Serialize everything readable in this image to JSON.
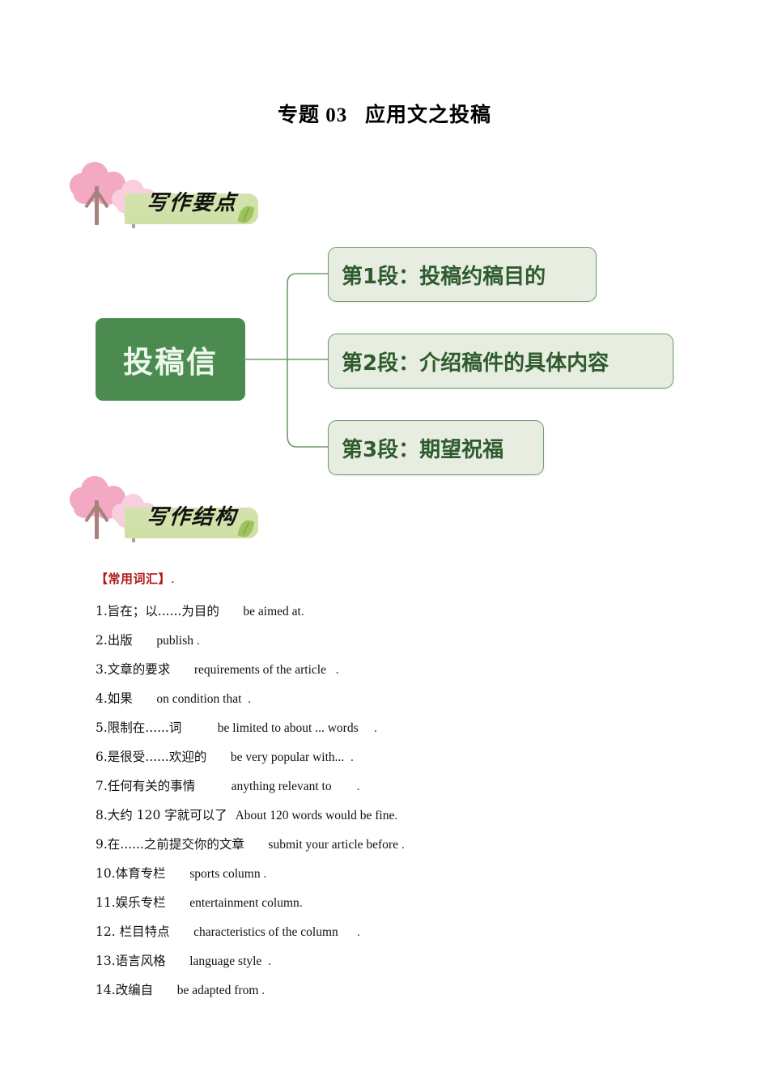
{
  "document": {
    "title": "专题 03   应用文之投稿"
  },
  "sections": [
    {
      "badge_label": "写作要点",
      "icons": [
        "cherry-tree-large",
        "cherry-tree-small",
        "leaf"
      ]
    },
    {
      "badge_label": "写作结构",
      "icons": [
        "cherry-tree-large",
        "cherry-tree-small",
        "leaf"
      ]
    }
  ],
  "mindmap": {
    "root": "投稿信",
    "nodes": [
      "第1段：投稿约稿目的",
      "第2段：介绍稿件的具体内容",
      "第3段：期望祝福"
    ],
    "colors": {
      "root_fill": "#4b8b50",
      "root_text": "#eef7ec",
      "node_fill": "#e7eee1",
      "node_border": "#6d9a6b",
      "node_text": "#2f5b2e",
      "connector": "#6d9a6b"
    }
  },
  "vocabulary": {
    "heading": "【常用词汇】",
    "heading_color": "#b01818",
    "trailing_mark": ".",
    "items": [
      {
        "num": "1.",
        "cn": "旨在；以......为目的",
        "gap": "      ",
        "en": "be aimed at",
        "mark": "."
      },
      {
        "num": "2.",
        "cn": "出版",
        "gap": "      ",
        "en": "publish",
        "mark": " ."
      },
      {
        "num": "3.",
        "cn": "文章的要求",
        "gap": "      ",
        "en": "requirements of the article",
        "mark": "   ."
      },
      {
        "num": "4.",
        "cn": "如果",
        "gap": "      ",
        "en": "on condition that",
        "mark": "  ."
      },
      {
        "num": "5.",
        "cn": "限制在......词",
        "gap": "         ",
        "en": "be limited to about ... words",
        "mark": "     ."
      },
      {
        "num": "6.",
        "cn": "是很受......欢迎的",
        "gap": "      ",
        "en": "be very popular with...",
        "mark": "  ."
      },
      {
        "num": "7.",
        "cn": "任何有关的事情",
        "gap": "         ",
        "en": "anything relevant to",
        "mark": "        ."
      },
      {
        "num": "8.",
        "cn": "大约 120 字就可以了",
        "gap": "  ",
        "en": "About 120 words would be fine",
        "mark": "."
      },
      {
        "num": "9.",
        "cn": "在......之前提交你的文章",
        "gap": "      ",
        "en": "submit your article before",
        "mark": " ."
      },
      {
        "num": "10.",
        "cn": "体育专栏",
        "gap": "      ",
        "en": "sports column",
        "mark": " ."
      },
      {
        "num": "11.",
        "cn": "娱乐专栏",
        "gap": "      ",
        "en": "entertainment column",
        "mark": "."
      },
      {
        "num": "12.",
        "cn": " 栏目特点",
        "gap": "      ",
        "en": "characteristics of the column",
        "mark": "      ."
      },
      {
        "num": "13.",
        "cn": "语言风格",
        "gap": "      ",
        "en": "language style",
        "mark": "  ."
      },
      {
        "num": "14.",
        "cn": "改编自",
        "gap": "      ",
        "en": "be adapted from",
        "mark": " ."
      }
    ]
  }
}
